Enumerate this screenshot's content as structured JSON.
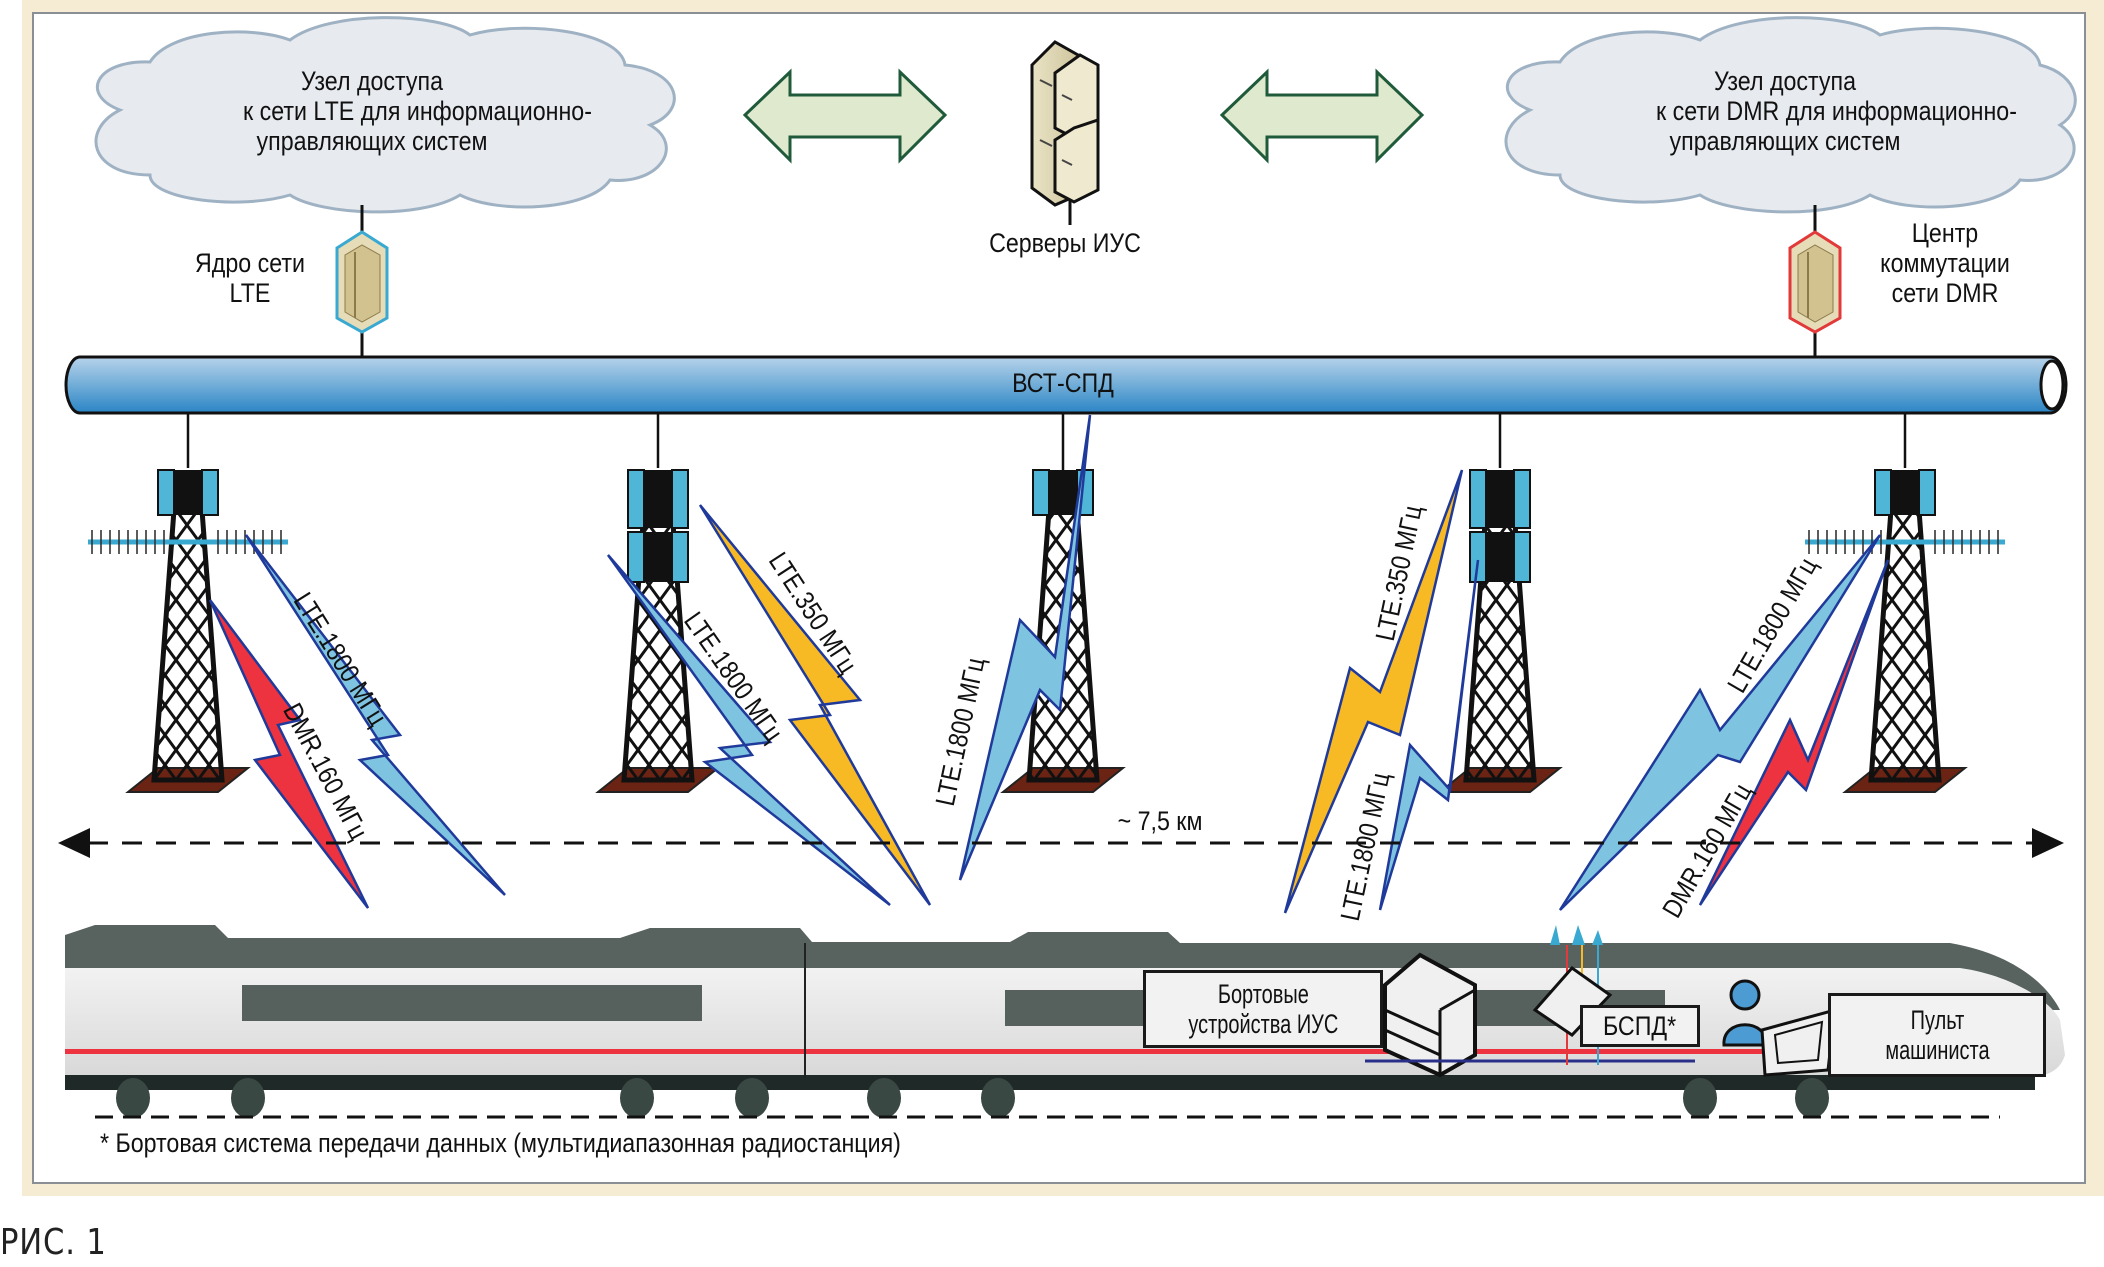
{
  "figure": {
    "caption": "РИС. 1",
    "footnote": "* Бортовая система передачи данных (мультидиапазонная радиостанция)"
  },
  "clouds": {
    "lte": {
      "lines": [
        "Узел доступа",
        "к сети LTE для информационно-",
        "управляющих систем"
      ]
    },
    "dmr": {
      "lines": [
        "Узел доступа",
        "к сети DMR для информационно-",
        "управляющих систем"
      ]
    }
  },
  "nodes": {
    "lte_core": {
      "lines": [
        "Ядро сети",
        "LTE"
      ]
    },
    "servers": {
      "label": "Серверы ИУС"
    },
    "dmr_switch": {
      "lines": [
        "Центр",
        "коммутации",
        "сети DMR"
      ]
    }
  },
  "backbone": {
    "label": "ВСТ-СПД"
  },
  "distance": {
    "label": "~ 7,5 км"
  },
  "links": [
    {
      "tower": 1,
      "tech": "LTE",
      "label": "LTE.1800 МГц",
      "color": "#7ec3e0"
    },
    {
      "tower": 1,
      "tech": "DMR",
      "label": "DMR.160 МГц",
      "color": "#ee3340"
    },
    {
      "tower": 2,
      "tech": "LTE",
      "label": "LTE.1800 МГц",
      "color": "#7ec3e0"
    },
    {
      "tower": 2,
      "tech": "LTE",
      "label": "LTE.350 МГц",
      "color": "#f7b924"
    },
    {
      "tower": 3,
      "tech": "LTE",
      "label": "LTE.1800 МГц",
      "color": "#7ec3e0"
    },
    {
      "tower": 4,
      "tech": "LTE",
      "label": "LTE.350 МГц",
      "color": "#f7b924"
    },
    {
      "tower": 4,
      "tech": "LTE",
      "label": "LTE.1800 МГц",
      "color": "#7ec3e0"
    },
    {
      "tower": 5,
      "tech": "LTE",
      "label": "LTE.1800 МГц",
      "color": "#7ec3e0"
    },
    {
      "tower": 5,
      "tech": "DMR",
      "label": "DMR.160 МГц",
      "color": "#ee3340"
    }
  ],
  "train": {
    "onboard_devices": {
      "lines": [
        "Бортовые",
        "устройства ИУС"
      ]
    },
    "bspd": {
      "label": "БСПД*"
    },
    "driver_console": {
      "lines": [
        "Пульт",
        "машиниста"
      ]
    }
  },
  "colors": {
    "pipe_top": "#a9c9e6",
    "pipe_bottom": "#2b86c7",
    "arrow_fill": "#dfe9cd",
    "arrow_stroke": "#1f5a3a",
    "cloud_fill": "#e6e9ee",
    "cloud_stroke": "#9aaec0",
    "tower_base": "#6b2313",
    "train_body": "#e6e6e6",
    "train_roof": "#56615e",
    "train_stripe": "#ee3340"
  }
}
